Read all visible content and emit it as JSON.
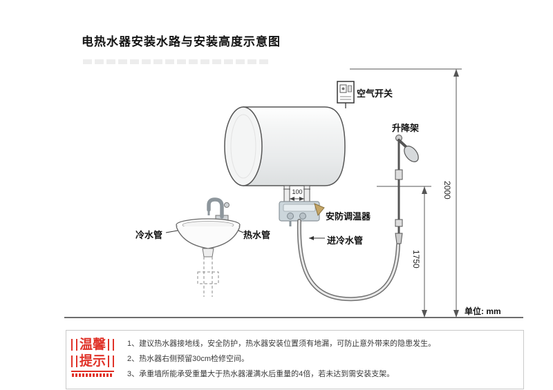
{
  "title": "电热水器安装水路与安装高度示意图",
  "diagram": {
    "labels": {
      "air_switch": "空气开关",
      "lift_rack": "升降架",
      "thermostat": "安防调温器",
      "cold_inlet": "进冷水管",
      "cold_pipe": "冷水管",
      "hot_pipe": "热水管",
      "dim_100": "100",
      "dim_2000": "2000",
      "dim_1750": "1750",
      "unit": "单位: mm"
    }
  },
  "stamp": {
    "line1": "温馨",
    "line2": "提示"
  },
  "tips": [
    "1、建议热水器接地线，安全防护，热水器安装位置须有地漏，可防止意外带来的隐患发生。",
    "2、热水器右侧预留30cm检修空间。",
    "3、承重墙所能承受重量大于热水器灌满水后重量的4倍，若未达到需安装支架。"
  ]
}
